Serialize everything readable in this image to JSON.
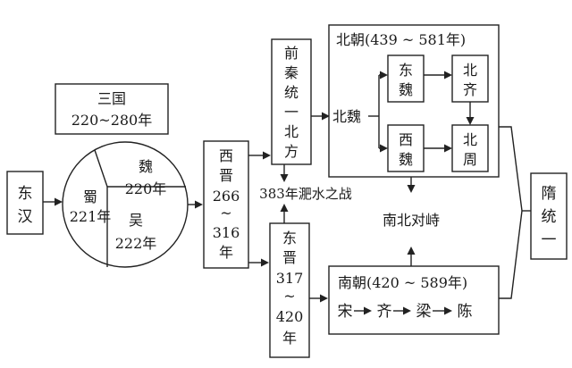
{
  "three_kingdoms": {
    "title": "三国",
    "period": "220~280年"
  },
  "eastern_han": {
    "line1": "东",
    "line2": "汉"
  },
  "pie": {
    "wei": {
      "name": "魏",
      "year": "220年"
    },
    "shu": {
      "name": "蜀",
      "year": "221年"
    },
    "wu": {
      "name": "吴",
      "year": "222年"
    }
  },
  "western_jin": {
    "l1": "西",
    "l2": "晋",
    "l3": "266",
    "l4": "~",
    "l5": "316",
    "l6": "年"
  },
  "former_qin": {
    "l1": "前",
    "l2": "秦",
    "l3": "统",
    "l4": "一",
    "l5": "北",
    "l6": "方"
  },
  "battle": {
    "label": "383年淝水之战"
  },
  "eastern_jin": {
    "l1": "东",
    "l2": "晋",
    "l3": "317",
    "l4": "~",
    "l5": "420",
    "l6": "年"
  },
  "northern_dynasties": {
    "title": "北朝(439 ~ 581年)",
    "northern_wei": "北魏",
    "eastern_wei": {
      "l1": "东",
      "l2": "魏"
    },
    "western_wei": {
      "l1": "西",
      "l2": "魏"
    },
    "northern_qi": {
      "l1": "北",
      "l2": "齐"
    },
    "northern_zhou": {
      "l1": "北",
      "l2": "周"
    }
  },
  "confrontation": {
    "label": "南北对峙"
  },
  "southern_dynasties": {
    "title": "南朝(420 ~ 589年)",
    "song": "宋",
    "qi": "齐",
    "liang": "梁",
    "chen": "陈"
  },
  "sui": {
    "l1": "隋",
    "l2": "统",
    "l3": "一"
  }
}
